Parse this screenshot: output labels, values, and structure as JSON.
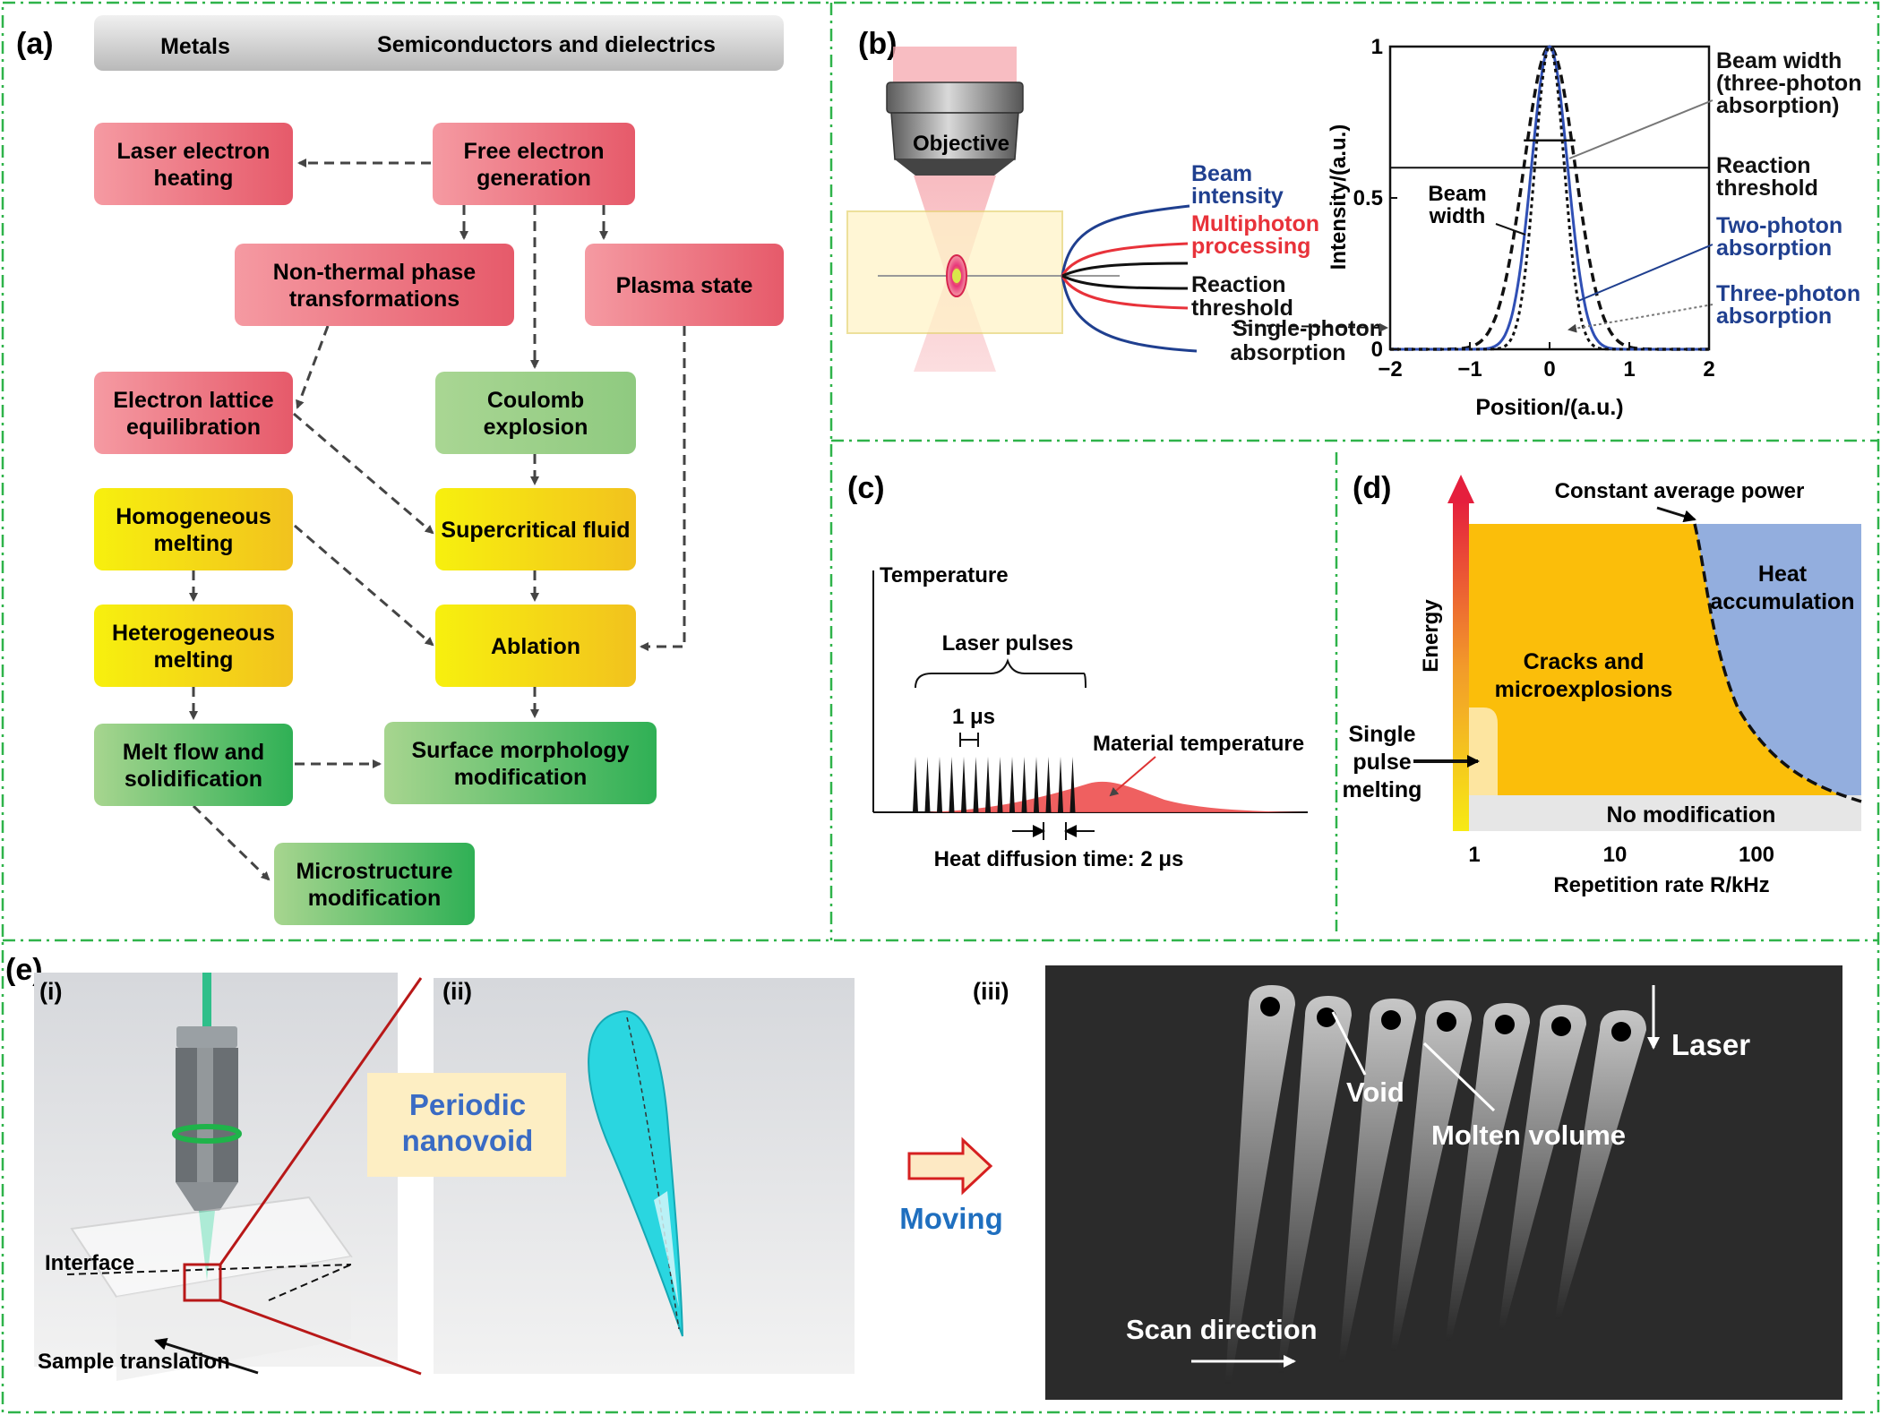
{
  "panel_labels": {
    "a": "(a)",
    "b": "(b)",
    "c": "(c)",
    "d": "(d)",
    "e": "(e)",
    "e_i": "(i)",
    "e_ii": "(ii)",
    "e_iii": "(iii)"
  },
  "panel_a": {
    "header_metals": "Metals",
    "header_semis": "Semiconductors and dielectrics",
    "boxes": {
      "laser_heating": [
        "Laser electron",
        "heating"
      ],
      "free_electron": [
        "Free electron",
        "generation"
      ],
      "non_thermal": [
        "Non-thermal phase",
        "transformations"
      ],
      "plasma": [
        "Plasma state"
      ],
      "electron_lattice": [
        "Electron lattice",
        "equilibration"
      ],
      "coulomb": [
        "Coulomb",
        "explosion"
      ],
      "homogeneous": [
        "Homogeneous",
        "melting"
      ],
      "supercritical": [
        "Supercritical fluid"
      ],
      "heterogeneous": [
        "Heterogeneous",
        "melting"
      ],
      "ablation": [
        "Ablation"
      ],
      "melt_flow": [
        "Melt flow and",
        "solidification"
      ],
      "surface_morph": [
        "Surface morphology",
        "modification"
      ],
      "microstructure": [
        "Microstructure",
        "modification"
      ]
    },
    "colors": {
      "red": "#ec6f7c",
      "green": "#6cbf6a",
      "yellow": "#f5e61c"
    }
  },
  "panel_b": {
    "objective": "Objective",
    "beam_intensity": [
      "Beam",
      "intensity"
    ],
    "multiphoton": [
      "Multiphoton",
      "processing"
    ],
    "reaction_threshold_left": [
      "Reaction",
      "threshold"
    ],
    "single_photon": [
      "Single-photon",
      "absorption"
    ],
    "beam_width_inner": [
      "Beam",
      "width"
    ],
    "beam_width_three": [
      "Beam width",
      "(three-photon",
      "absorption)"
    ],
    "reaction_threshold_right": [
      "Reaction",
      "threshold"
    ],
    "two_photon": [
      "Two-photon",
      "absorption"
    ],
    "three_photon": [
      "Three-photon",
      "absorption"
    ],
    "ylabel": "Intensity/(a.u.)",
    "xlabel": "Position/(a.u.)",
    "xticks": [
      "−2",
      "−1",
      "0",
      "1",
      "2"
    ],
    "yticks": [
      "0",
      "0.5",
      "1"
    ],
    "colors": {
      "blue": "#1f3f8f",
      "red": "#e8323a"
    }
  },
  "chart_data": {
    "type": "line",
    "xlabel": "Position/(a.u.)",
    "ylabel": "Intensity/(a.u.)",
    "xlim": [
      -2,
      2
    ],
    "ylim": [
      0,
      1
    ],
    "reaction_threshold": 0.6,
    "series": [
      {
        "name": "Single-photon absorption",
        "sigma": 0.32
      },
      {
        "name": "Two-photon absorption",
        "sigma": 0.226
      },
      {
        "name": "Three-photon absorption",
        "sigma": 0.185
      }
    ]
  },
  "panel_c": {
    "temperature": "Temperature",
    "laser_pulses": "Laser pulses",
    "one_us": "1 μs",
    "material_temperature": "Material temperature",
    "heat_diffusion": "Heat diffusion time: 2 μs"
  },
  "panel_d": {
    "constant_power": "Constant average power",
    "heat_accumulation": [
      "Heat",
      "accumulation"
    ],
    "cracks": [
      "Cracks and",
      "microexplosions"
    ],
    "single_pulse": [
      "Single",
      "pulse",
      "melting"
    ],
    "no_modification": "No modification",
    "ylabel": "Energy",
    "xlabel": "Repetition rate R/kHz",
    "xticks": [
      "1",
      "10",
      "100"
    ],
    "colors": {
      "orange": "#fbbe0a",
      "blue": "#93aede",
      "gray": "#e6e6e6"
    }
  },
  "panel_e": {
    "interface": "Interface",
    "sample_translation": "Sample translation",
    "periodic": [
      "Periodic",
      "nanovoid"
    ],
    "moving": "Moving",
    "laser": "Laser",
    "void": "Void",
    "molten": "Molten volume",
    "scan": "Scan direction"
  }
}
